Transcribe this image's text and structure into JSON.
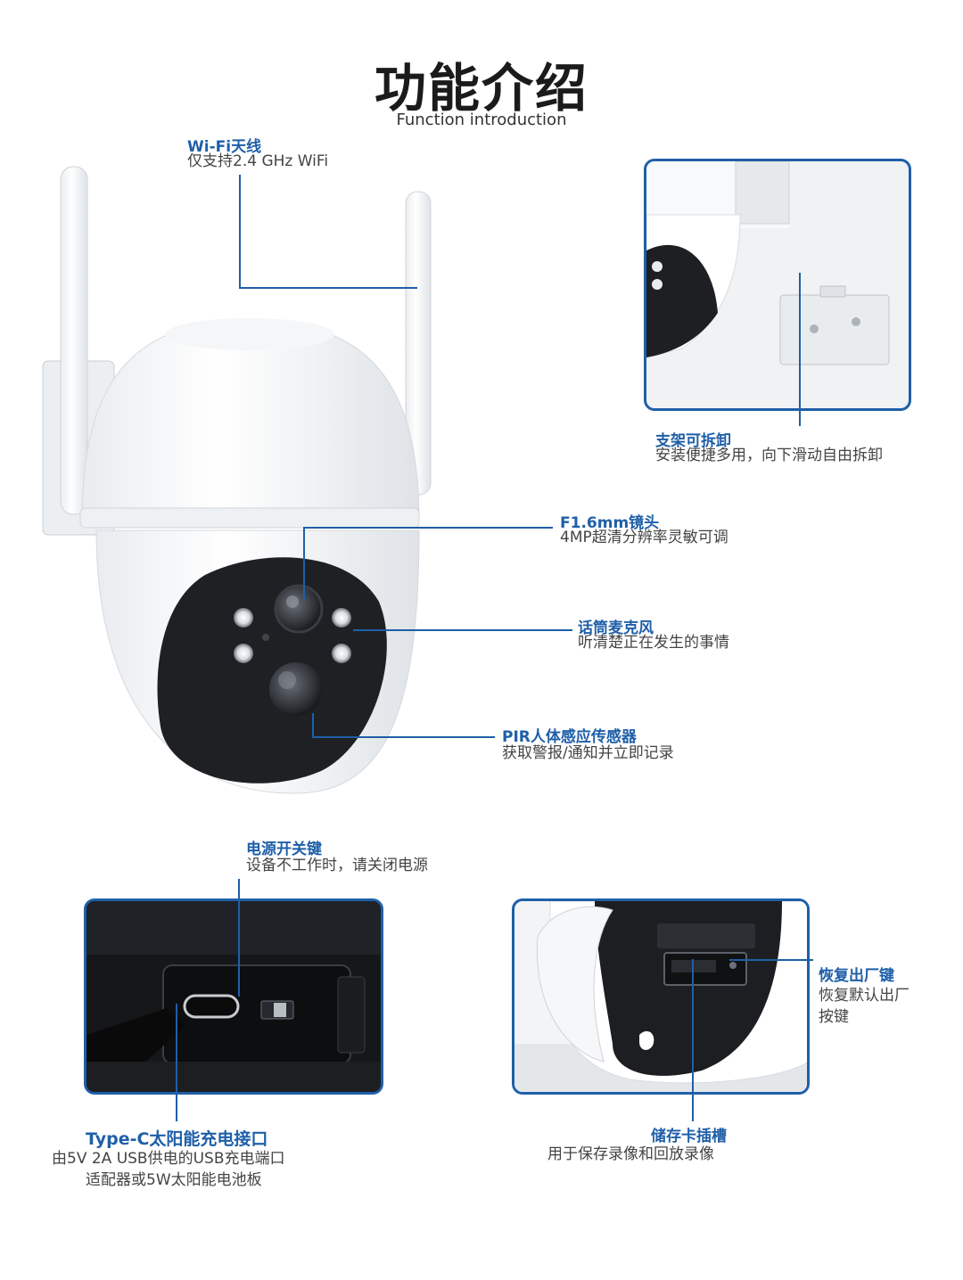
{
  "header": {
    "title": "功能介绍",
    "subtitle": "Function introduction"
  },
  "features": {
    "wifi": {
      "title": "Wi-Fi天线",
      "desc": "仅支持2.4 GHz WiFi"
    },
    "bracket": {
      "title": "支架可拆卸",
      "desc": "安装便捷多用，向下滑动自由拆卸"
    },
    "lens": {
      "title": "F1.6mm镜头",
      "desc": "4MP超清分辨率灵敏可调"
    },
    "mic": {
      "title": "话筒麦克风",
      "desc": "听清楚正在发生的事情"
    },
    "pir": {
      "title": "PIR人体感应传感器",
      "desc": "获取警报/通知并立即记录"
    },
    "power": {
      "title": "电源开关键",
      "desc": "设备不工作时，请关闭电源"
    },
    "typec": {
      "title": "Type-C太阳能充电接口",
      "desc1": "由5V 2A USB供电的USB充电端口",
      "desc2": "适配器或5W太阳能电池板"
    },
    "reset": {
      "title": "恢复出厂键",
      "desc1": "恢复默认出厂",
      "desc2": "按键"
    },
    "sdcard": {
      "title": "储存卡插槽",
      "desc": "用于保存录像和回放录像"
    }
  },
  "colors": {
    "accent": "#1f5fa8",
    "text": "#444444",
    "title": "#1b1b1b"
  }
}
